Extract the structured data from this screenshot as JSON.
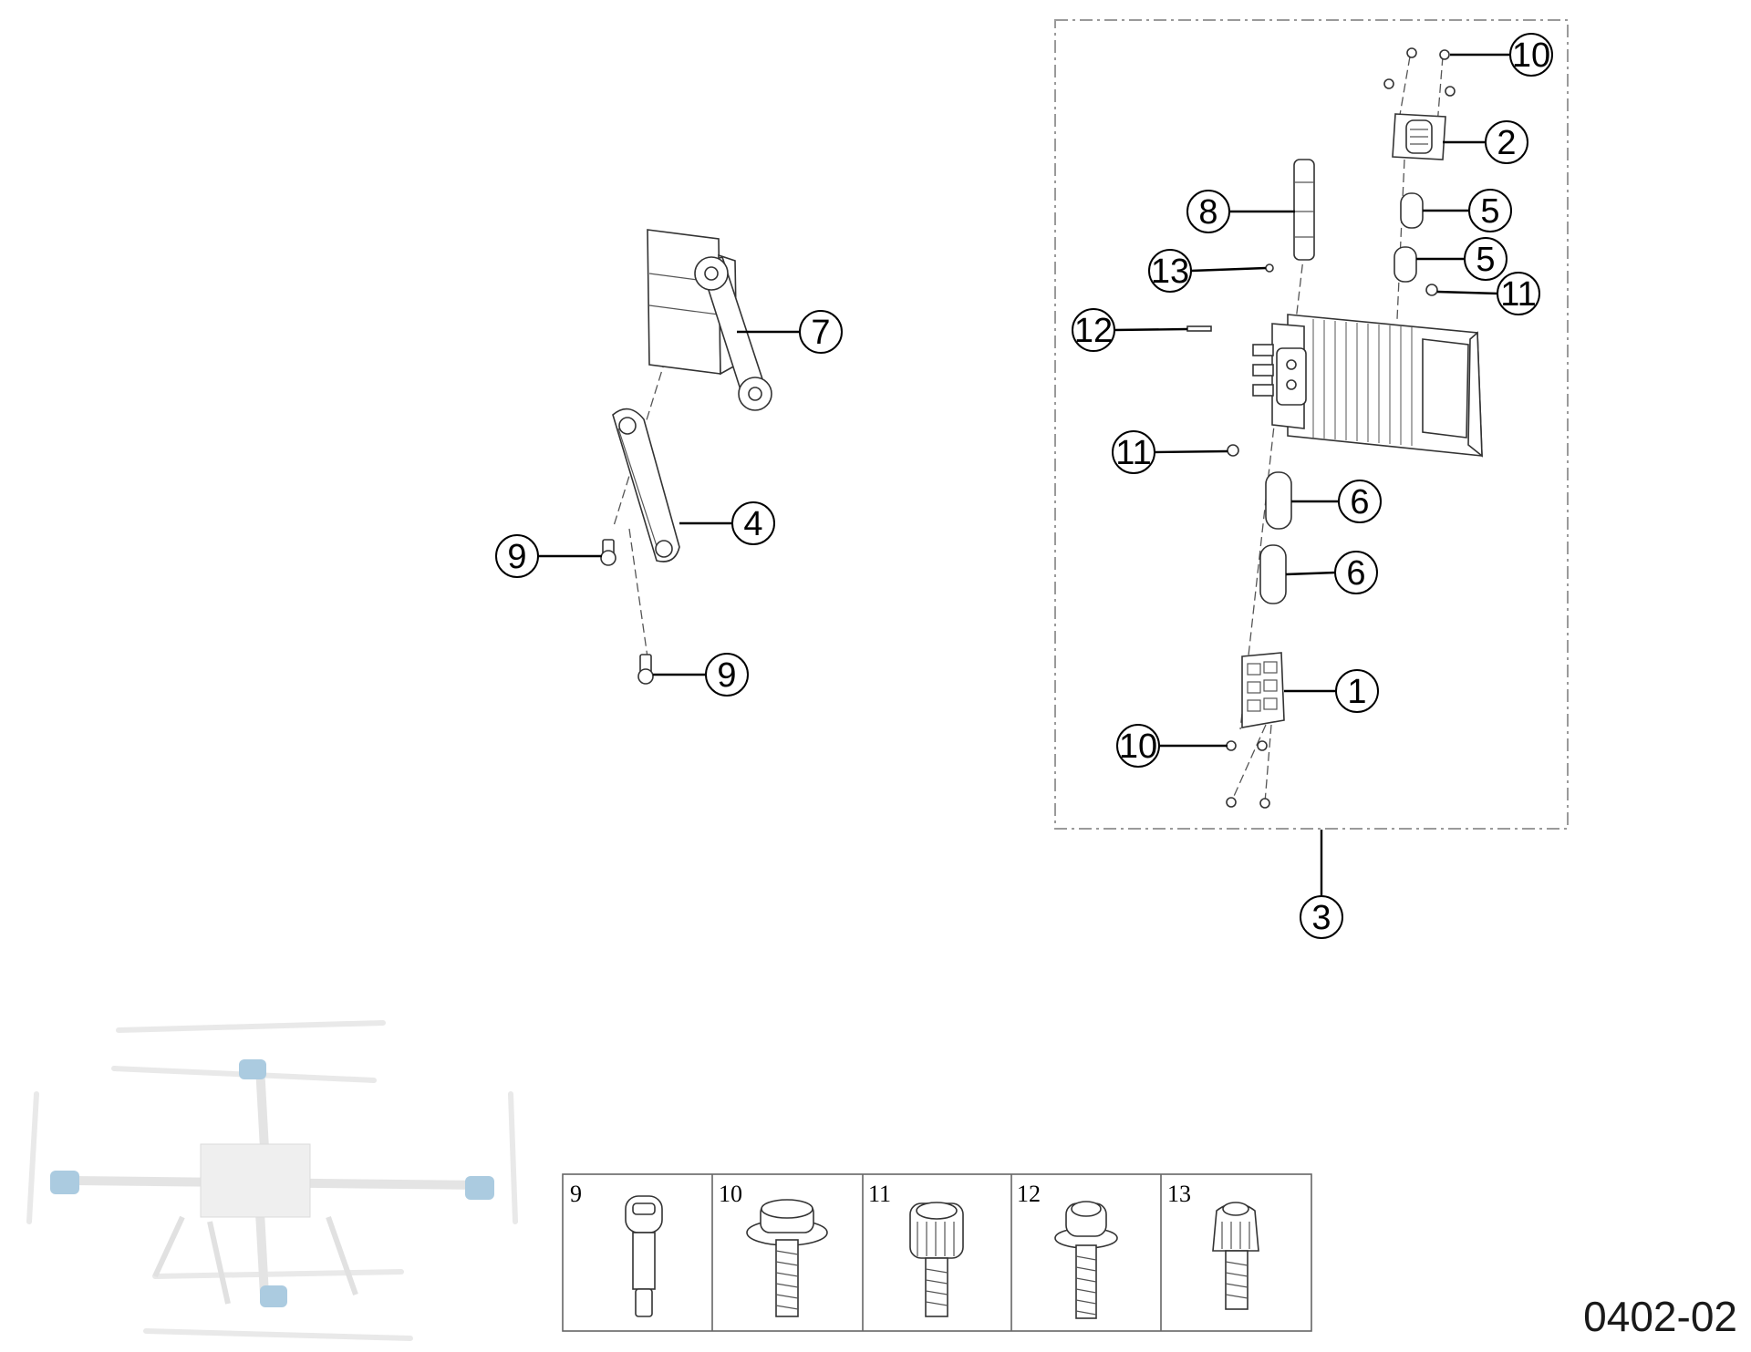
{
  "document_code": "0402-02",
  "callouts": [
    "10",
    "2",
    "5",
    "5",
    "8",
    "13",
    "11",
    "12",
    "11",
    "6",
    "6",
    "1",
    "10",
    "3",
    "7",
    "4",
    "9",
    "9"
  ],
  "fastener_table": [
    "9",
    "10",
    "11",
    "12",
    "13"
  ],
  "drone_thumbnail": "drone-overview-image",
  "colors": {
    "line": "#000000",
    "frame": "#9a9a9a",
    "drone_accent": "#8fbad6"
  }
}
